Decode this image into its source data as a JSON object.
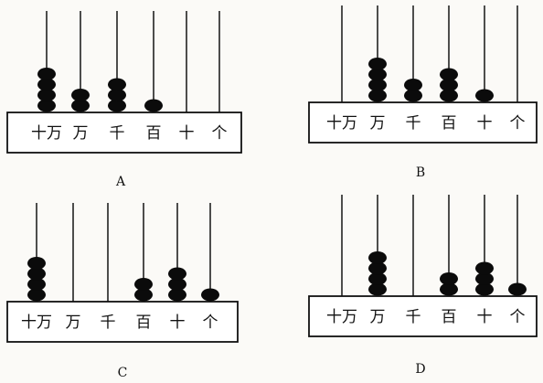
{
  "abaci": [
    {
      "label": "A",
      "columns": [
        "十万",
        "万",
        "千",
        "百",
        "十",
        "个"
      ],
      "beads": [
        4,
        2,
        3,
        1,
        0,
        0
      ]
    },
    {
      "label": "B",
      "columns": [
        "十万",
        "万",
        "千",
        "百",
        "十",
        "个"
      ],
      "beads": [
        0,
        4,
        2,
        3,
        1,
        0
      ]
    },
    {
      "label": "C",
      "columns": [
        "十万",
        "万",
        "千",
        "百",
        "十",
        "个"
      ],
      "beads": [
        4,
        0,
        0,
        2,
        3,
        1
      ]
    },
    {
      "label": "D",
      "columns": [
        "十万",
        "万",
        "千",
        "百",
        "十",
        "个"
      ],
      "beads": [
        0,
        4,
        0,
        2,
        3,
        1
      ]
    }
  ],
  "colors": {
    "bead": "#0b0b0b",
    "rod": "#222222",
    "frame": "#111111",
    "base_fill": "#ffffff"
  }
}
